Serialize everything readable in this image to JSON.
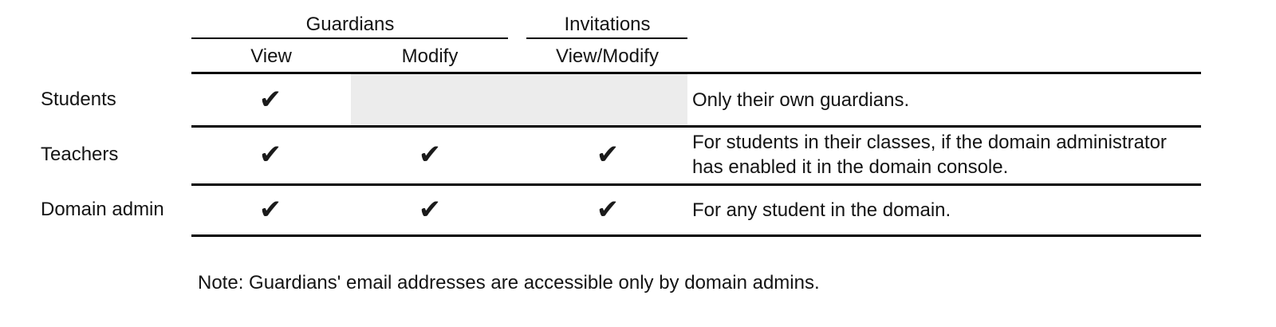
{
  "table": {
    "column_groups": [
      {
        "label": "Guardians",
        "span": 2
      },
      {
        "label": "Invitations",
        "span": 1
      }
    ],
    "columns": [
      {
        "label": "View"
      },
      {
        "label": "Modify"
      },
      {
        "label": "View/Modify"
      }
    ],
    "row_header_label": "",
    "rows": [
      {
        "label": "Students",
        "guardians_view": "✔",
        "guardians_modify": "",
        "invitations_view_modify": "",
        "guardians_modify_state": "disabled",
        "invitations_state": "disabled",
        "description": "Only their own guardians."
      },
      {
        "label": "Teachers",
        "guardians_view": "✔",
        "guardians_modify": "✔",
        "invitations_view_modify": "✔",
        "guardians_modify_state": "enabled",
        "invitations_state": "enabled",
        "description": "For students in their classes, if the domain administrator\nhas enabled it in the domain console."
      },
      {
        "label": "Domain admin",
        "guardians_view": "✔",
        "guardians_modify": "✔",
        "invitations_view_modify": "✔",
        "guardians_modify_state": "enabled",
        "invitations_state": "enabled",
        "description": "For any student in the domain."
      }
    ]
  },
  "note": "Note: Guardians' email addresses are accessible only by domain admins.",
  "colors": {
    "rule": "#000000",
    "text": "#141414",
    "shaded_cell": "#ececec",
    "check": "#1a1a1a",
    "background": "#ffffff"
  }
}
